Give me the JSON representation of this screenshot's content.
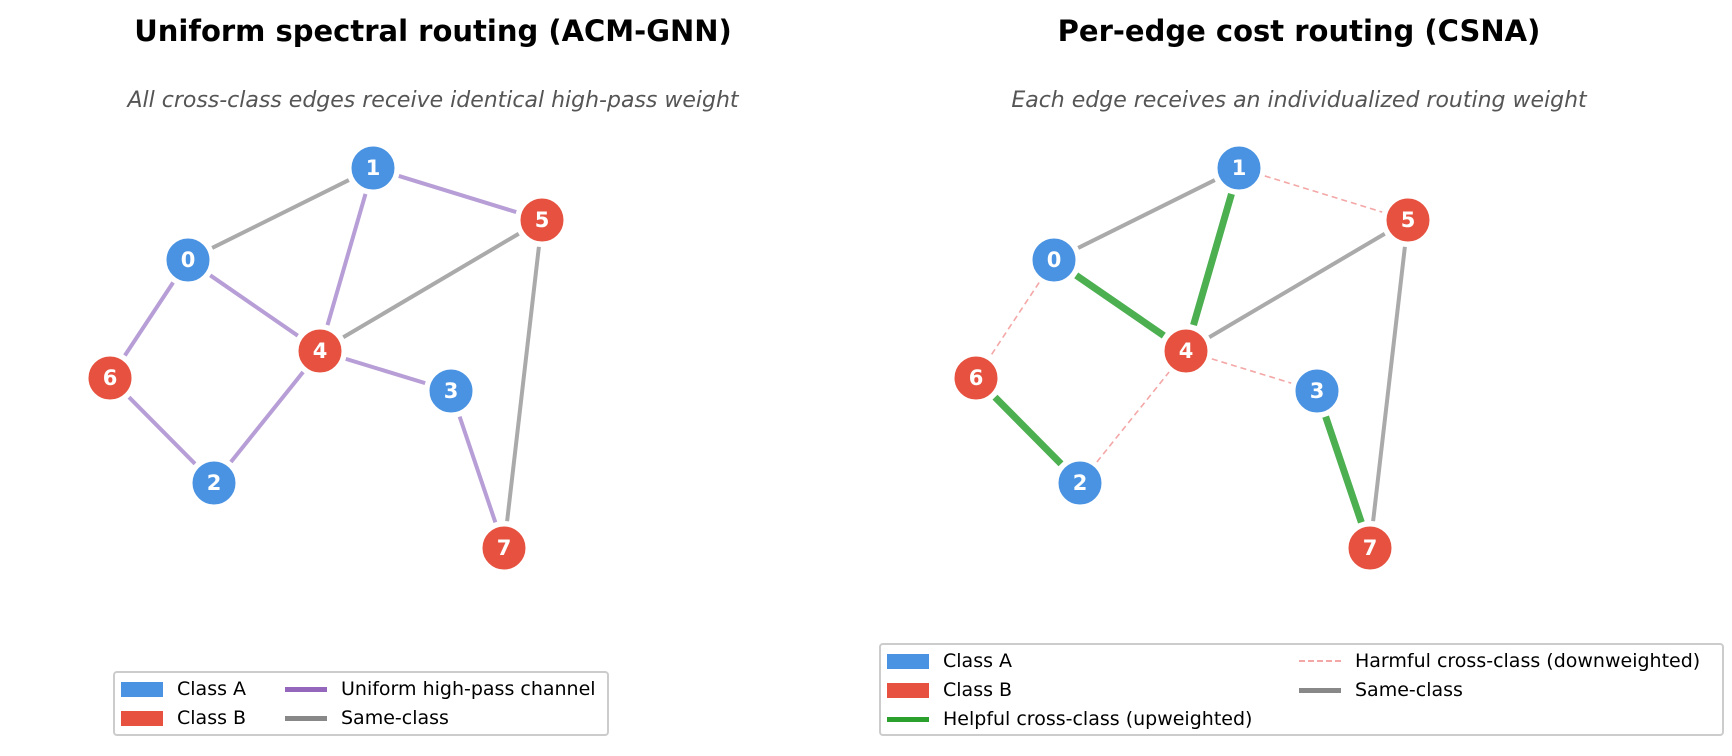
{
  "colors": {
    "class_a": "#4a93e2",
    "class_b": "#e6523f",
    "uniform": "#b79ed6",
    "uniform_legend": "#9467bd",
    "same": "#aaaaaa",
    "same_legend": "#888888",
    "helpful": "#4caf50",
    "helpful_legend": "#2ca02c",
    "harmful": "#f4a7a7"
  },
  "nodes": [
    {
      "id": "0",
      "class": "A"
    },
    {
      "id": "1",
      "class": "A"
    },
    {
      "id": "2",
      "class": "A"
    },
    {
      "id": "3",
      "class": "A"
    },
    {
      "id": "4",
      "class": "B"
    },
    {
      "id": "5",
      "class": "B"
    },
    {
      "id": "6",
      "class": "B"
    },
    {
      "id": "7",
      "class": "B"
    }
  ],
  "left": {
    "title": "Uniform spectral routing (ACM-GNN)",
    "subtitle": "All cross-class edges receive identical high-pass weight",
    "edges": [
      {
        "from": "0",
        "to": "1",
        "kind": "same"
      },
      {
        "from": "4",
        "to": "5",
        "kind": "same"
      },
      {
        "from": "5",
        "to": "7",
        "kind": "same"
      },
      {
        "from": "1",
        "to": "5",
        "kind": "uniform"
      },
      {
        "from": "1",
        "to": "4",
        "kind": "uniform"
      },
      {
        "from": "0",
        "to": "4",
        "kind": "uniform"
      },
      {
        "from": "0",
        "to": "6",
        "kind": "uniform"
      },
      {
        "from": "6",
        "to": "2",
        "kind": "uniform"
      },
      {
        "from": "2",
        "to": "4",
        "kind": "uniform"
      },
      {
        "from": "4",
        "to": "3",
        "kind": "uniform"
      },
      {
        "from": "3",
        "to": "7",
        "kind": "uniform"
      }
    ],
    "legend": {
      "class_a": "Class A",
      "class_b": "Class B",
      "uniform": "Uniform high-pass channel",
      "same": "Same-class"
    }
  },
  "right": {
    "title": "Per-edge cost routing (CSNA)",
    "subtitle": "Each edge receives an individualized routing weight",
    "edges": [
      {
        "from": "0",
        "to": "1",
        "kind": "same"
      },
      {
        "from": "4",
        "to": "5",
        "kind": "same"
      },
      {
        "from": "5",
        "to": "7",
        "kind": "same"
      },
      {
        "from": "1",
        "to": "5",
        "kind": "harmful"
      },
      {
        "from": "1",
        "to": "4",
        "kind": "helpful"
      },
      {
        "from": "0",
        "to": "4",
        "kind": "helpful"
      },
      {
        "from": "0",
        "to": "6",
        "kind": "harmful"
      },
      {
        "from": "6",
        "to": "2",
        "kind": "helpful"
      },
      {
        "from": "2",
        "to": "4",
        "kind": "harmful"
      },
      {
        "from": "4",
        "to": "3",
        "kind": "harmful"
      },
      {
        "from": "3",
        "to": "7",
        "kind": "helpful"
      }
    ],
    "legend": {
      "class_a": "Class A",
      "class_b": "Class B",
      "helpful": "Helpful cross-class (upweighted)",
      "harmful": "Harmful cross-class (downweighted)",
      "same": "Same-class"
    }
  }
}
